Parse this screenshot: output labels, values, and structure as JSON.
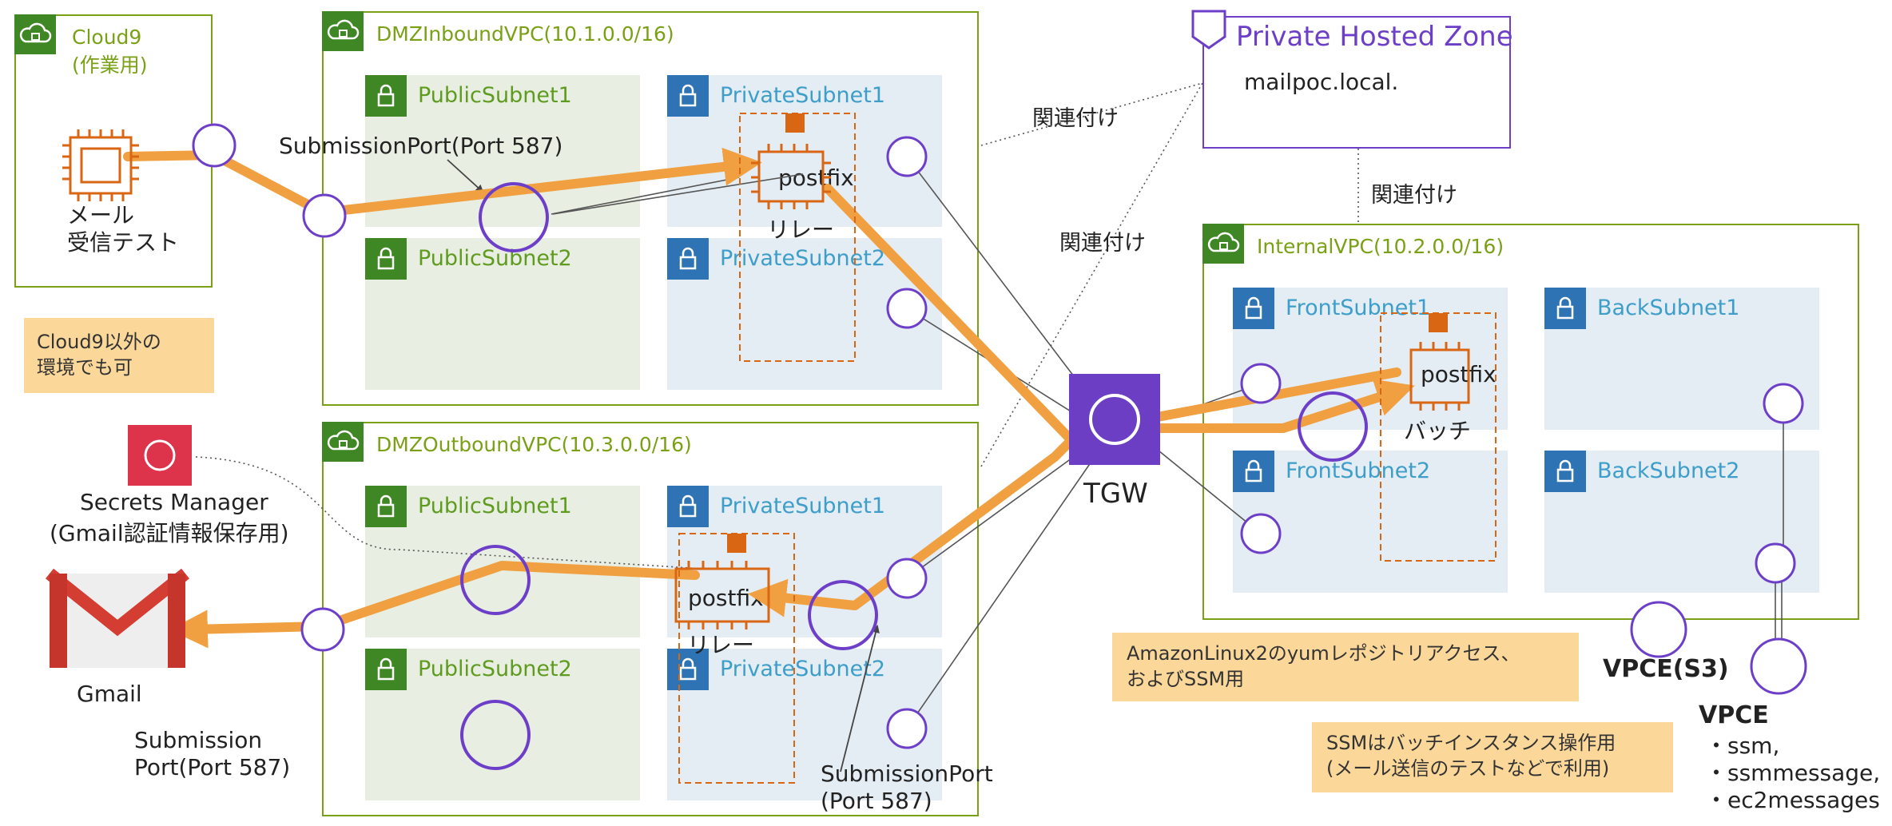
{
  "cloud9": {
    "title": "Cloud9",
    "subtitle": "(作業用)",
    "instance_label_1": "メール",
    "instance_label_2": "受信テスト"
  },
  "cloud9_note": {
    "line1": "Cloud9以外の",
    "line2": "環境でも可"
  },
  "dmz_inbound": {
    "title": "DMZInboundVPC(10.1.0.0/16)",
    "public1": "PublicSubnet1",
    "public2": "PublicSubnet2",
    "private1": "PrivateSubnet1",
    "private2": "PrivateSubnet2",
    "submission_port": "SubmissionPort(Port 587)",
    "postfix": "postfix",
    "relay": "リレー"
  },
  "dmz_outbound": {
    "title": "DMZOutboundVPC(10.3.0.0/16)",
    "public1": "PublicSubnet1",
    "public2": "PublicSubnet2",
    "private1": "PrivateSubnet1",
    "private2": "PrivateSubnet2",
    "postfix": "postfix",
    "relay": "リレー",
    "submission_port_1": "SubmissionPort",
    "submission_port_2": "(Port 587)"
  },
  "secrets_manager": {
    "line1": "Secrets Manager",
    "line2": "(Gmail認証情報保存用)"
  },
  "gmail": {
    "label": "Gmail",
    "submission_1": "Submission",
    "submission_2": "Port(Port 587)"
  },
  "private_hosted_zone": {
    "title": "Private Hosted Zone",
    "domain": "mailpoc.local."
  },
  "associations": {
    "a1": "関連付け",
    "a2": "関連付け",
    "a3": "関連付け"
  },
  "tgw": {
    "label": "TGW"
  },
  "internal_vpc": {
    "title": "InternalVPC(10.2.0.0/16)",
    "front1": "FrontSubnet1",
    "front2": "FrontSubnet2",
    "back1": "BackSubnet1",
    "back2": "BackSubnet2",
    "postfix": "postfix",
    "batch": "バッチ"
  },
  "vpce_s3": {
    "label": "VPCE(S3)"
  },
  "vpce": {
    "title": "VPCE",
    "item1": "・ssm,",
    "item2": "・ssmmessage,",
    "item3": "・ec2messages"
  },
  "notes": {
    "yum_line1": "AmazonLinux2のyumレポジトリアクセス、",
    "yum_line2": "およびSSM用",
    "ssm_line1": "SSMはバッチインスタンス操作用",
    "ssm_line2": "(メール送信のテストなどで利用)"
  },
  "colors": {
    "vpc": "#7aa116",
    "flow": "#f0a040",
    "endpoint": "#6d3fc8",
    "ec2": "#d86613",
    "tgw": "#6b3ec3",
    "phz": "#6d3fc8"
  }
}
